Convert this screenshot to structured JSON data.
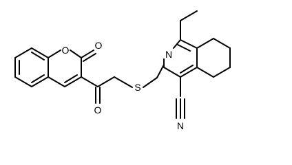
{
  "colors": {
    "bond": "#000000",
    "label": "#000000",
    "background": "#ffffff"
  },
  "atom_labels": {
    "ring_oxygen": "O",
    "lactone_carbonyl_oxygen": "O",
    "ketone_oxygen": "O",
    "ring_nitrogen": "N",
    "sulfur": "S",
    "nitrile_nitrogen": "N"
  }
}
